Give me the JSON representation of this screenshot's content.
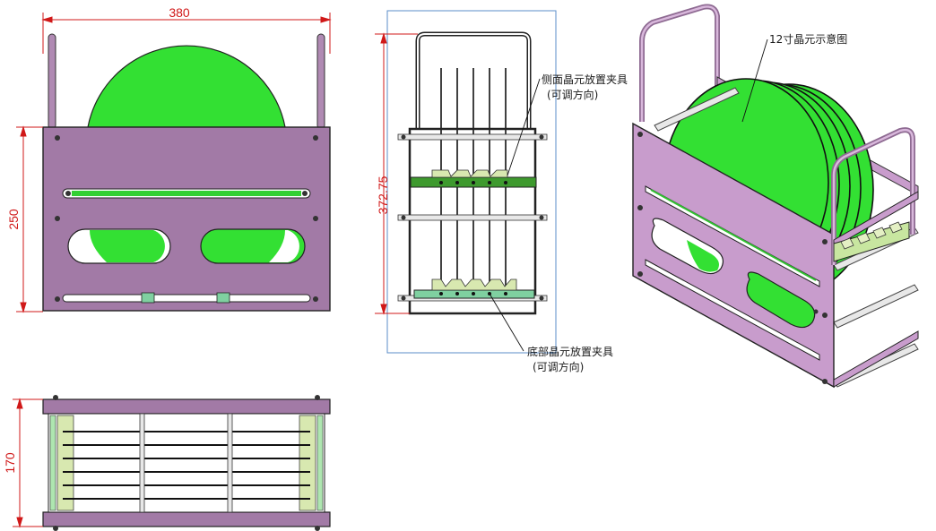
{
  "dimensions": {
    "front_width": "380",
    "front_height": "250",
    "side_height": "372.75",
    "top_depth": "170"
  },
  "annotations": {
    "wafer_label": "12寸晶元示意图",
    "side_holder_line1": "侧面晶元放置夹具",
    "side_holder_line2": "(可调方向)",
    "bottom_holder_line1": "底部晶元放置夹具",
    "bottom_holder_line2": "(可调方向)"
  },
  "colors": {
    "plate": "#a27aa6",
    "plate_iso": "#c89ccc",
    "wafer": "#33e033",
    "clip": "#d8e8b0",
    "dimension": "#d01818"
  }
}
